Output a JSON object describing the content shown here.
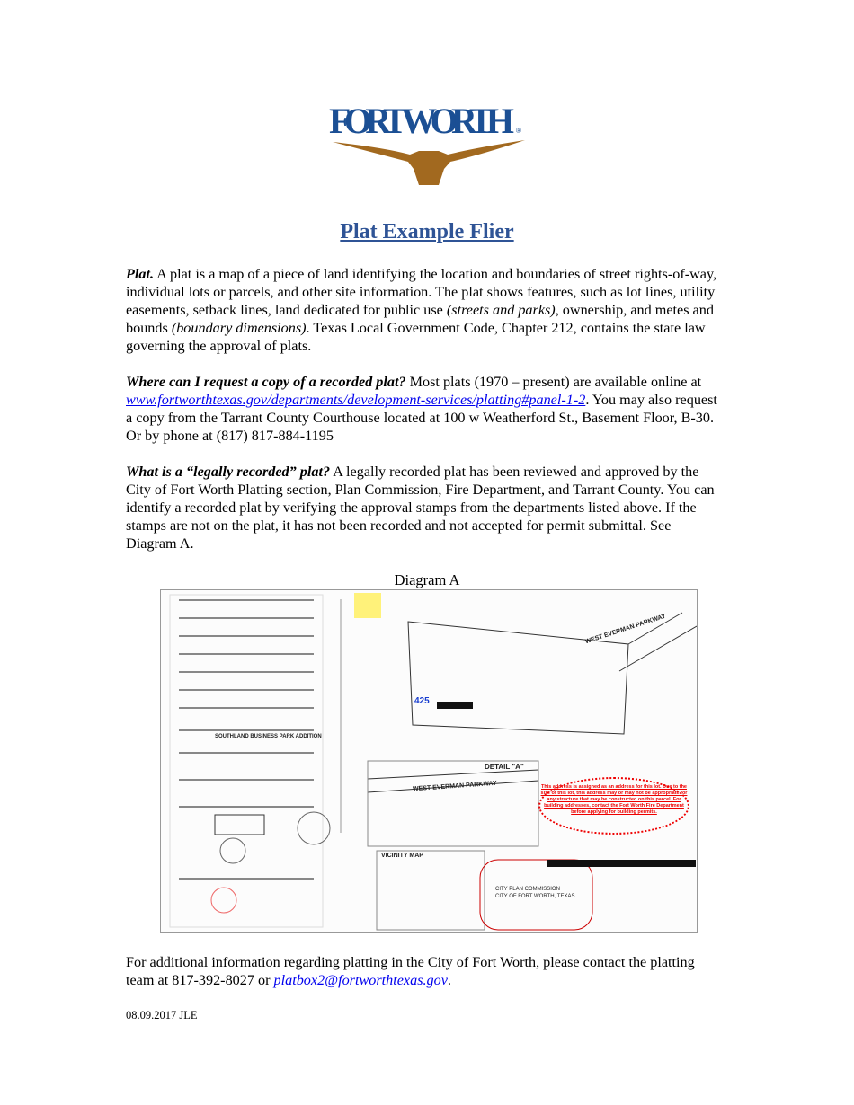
{
  "logo": {
    "text": "FORT WORTH",
    "registered": "®",
    "colors": {
      "text": "#1b4f94",
      "longhorn": "#a2691f"
    }
  },
  "title": "Plat Example Flier",
  "paragraphs": {
    "plat": {
      "lead": "Plat.",
      "t1": " A plat is a map of a piece of land identifying the location and boundaries of street rights-of-way, individual lots or parcels, and other site information. The plat shows features, such as lot lines, utility easements, setback lines, land dedicated for public use ",
      "i1": "(streets and parks)",
      "t2": ", ownership, and metes and bounds ",
      "i2": "(boundary dimensions)",
      "t3": ". Texas Local Government Code, Chapter 212, contains the state law governing the approval of plats."
    },
    "request": {
      "lead": "Where can I request a copy of a recorded plat?",
      "t1": " Most plats (1970 – present) are available online at ",
      "link": "www.fortworthtexas.gov/departments/development-services/platting#panel-1-2",
      "t2": ". You may also request a copy from the Tarrant County Courthouse located at 100 w Weatherford St., Basement Floor, B-30. Or by phone at (817) 817-884-1195"
    },
    "legal": {
      "lead": "What is a “legally recorded” plat?",
      "t1": " A legally recorded plat has been reviewed and approved by the City of Fort Worth Platting section, Plan Commission, Fire Department, and Tarrant County. You can identify a recorded plat by verifying the approval stamps from the departments listed above. If the stamps are not on the plat, it has not been recorded and not accepted for permit submittal. See Diagram A."
    },
    "contact": {
      "t1": "For additional information regarding platting in the City of Fort Worth, please contact the platting team at 817-392-8027 or ",
      "link": "platbox2@fortworthtexas.gov",
      "t2": "."
    }
  },
  "diagram": {
    "caption": "Diagram A",
    "labels": {
      "road": "WEST EVERMAN PARKWAY",
      "detail": "DETAIL \"A\"",
      "vicinity": "VICINITY MAP",
      "lot": "425",
      "commission": "CITY PLAN COMMISSION",
      "city": "CITY OF FORT WORTH, TEXAS",
      "addition": "SOUTHLAND BUSINESS PARK ADDITION"
    },
    "note": "This address is assigned as an address for this lot. Due to the size of this lot, this address may or may not be appropriate for any structure that may be constructed on this parcel. For building addresses, contact the Fort Worth Fire Department before applying for building permits."
  },
  "footer_date": "08.09.2017 JLE"
}
